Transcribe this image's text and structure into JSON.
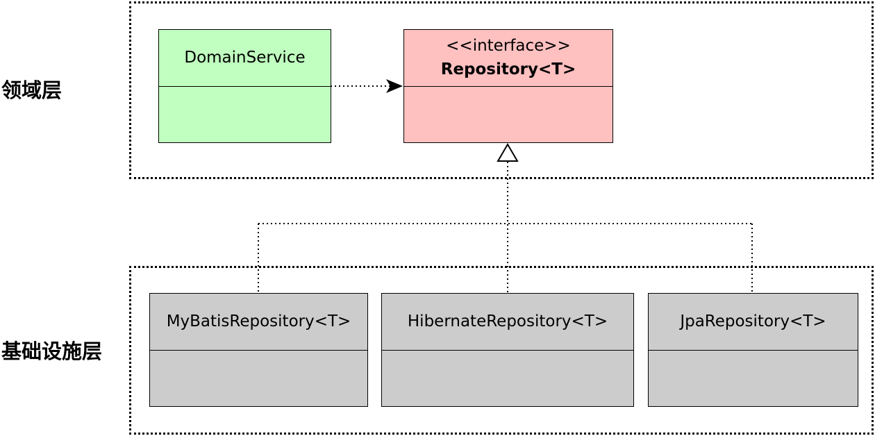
{
  "layers": {
    "domain": "领域层",
    "infrastructure": "基础设施层"
  },
  "classes": {
    "domain_service": {
      "name": "DomainService",
      "fill": "#c0ffc0"
    },
    "repository": {
      "stereotype": "<<interface>>",
      "name": "Repository<T>",
      "fill": "#ffc0c0"
    },
    "mybatis": {
      "name": "MyBatisRepository<T>",
      "fill": "#cccccc"
    },
    "hibernate": {
      "name": "HibernateRepository<T>",
      "fill": "#cccccc"
    },
    "jpa": {
      "name": "JpaRepository<T>",
      "fill": "#cccccc"
    }
  }
}
